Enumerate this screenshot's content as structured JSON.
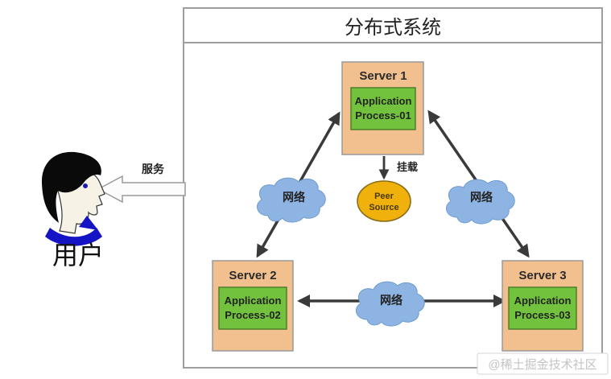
{
  "diagram": {
    "title": "分布式系统",
    "servers": [
      {
        "name": "Server 1",
        "process_line1": "Application",
        "process_line2": "Process-01"
      },
      {
        "name": "Server 2",
        "process_line1": "Application",
        "process_line2": "Process-02"
      },
      {
        "name": "Server 3",
        "process_line1": "Application",
        "process_line2": "Process-03"
      }
    ],
    "networks": [
      {
        "label": "网络"
      },
      {
        "label": "网络"
      },
      {
        "label": "网络"
      }
    ],
    "peer_source": {
      "line1": "Peer",
      "line2": "Source"
    },
    "mount_label": "挂载",
    "service_label": "服务",
    "user_label": "用户",
    "watermark": "@稀土掘金技术社区",
    "colors": {
      "server_fill": "#f2c08f",
      "server_border": "#999999",
      "process_fill": "#72c23e",
      "process_border": "#4c7f2a",
      "cloud_fill": "#8db4e2",
      "cloud_border": "#6f9cce",
      "peer_fill": "#f0b10c",
      "peer_border": "#8a6d1a",
      "arrow": "#3a3a3a",
      "system_box_border": "#9e9e9e",
      "service_arrow_fill": "#fcfcfc",
      "watermark_color": "#c4c4c4",
      "collar_blue": "#1414c4"
    }
  }
}
